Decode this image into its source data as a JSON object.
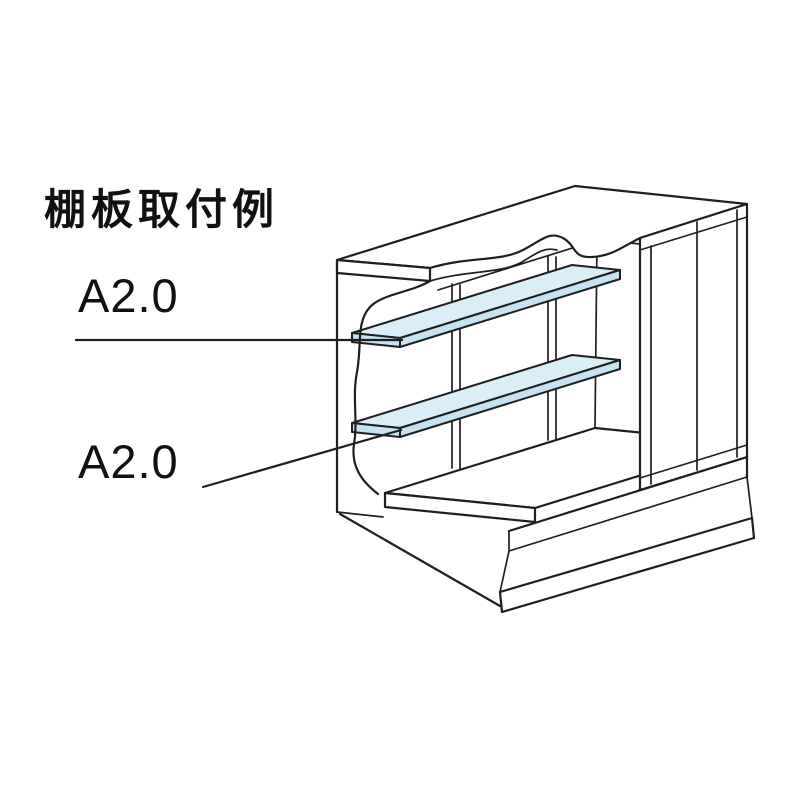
{
  "page": {
    "background": "#ffffff"
  },
  "diagram": {
    "title": "棚板取付例",
    "labels": [
      {
        "id": "shelf-label-upper",
        "text": "A2.0",
        "target": "upper-shelf"
      },
      {
        "id": "shelf-label-lower",
        "text": "A2.0",
        "target": "lower-shelf"
      }
    ],
    "colors": {
      "line": "#1f1f1f",
      "text": "#111111",
      "shelf_top": "#daeef8",
      "shelf_edge": "#c5e3f2"
    }
  }
}
